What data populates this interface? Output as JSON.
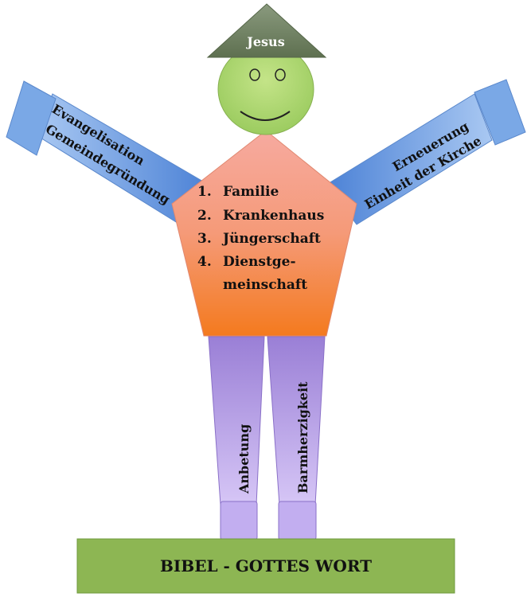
{
  "hat": {
    "label": "Jesus"
  },
  "arms": {
    "left": [
      "Evangelisation",
      "Gemeindegründung"
    ],
    "right": [
      "Erneuerung",
      "Einheit der Kirche"
    ]
  },
  "body": {
    "items": [
      {
        "num": "1.",
        "text": "Familie"
      },
      {
        "num": "2.",
        "text": "Krankenhaus"
      },
      {
        "num": "3.",
        "text": "Jüngerschaft"
      },
      {
        "num": "4.",
        "text": "Dienstge-"
      },
      {
        "num": "",
        "text": "meinschaft"
      }
    ]
  },
  "legs": {
    "left": "Anbetung",
    "right": "Barmherzigkeit"
  },
  "base": {
    "label": "BIBEL - GOTTES WORT"
  },
  "colors": {
    "hat": "#6e8060",
    "head": "#b6dc78",
    "body_top": "#f4a79b",
    "body_bottom": "#f57b1f",
    "arm": "#6a9be0",
    "leg": "#a88ee0",
    "base": "#8db653"
  }
}
